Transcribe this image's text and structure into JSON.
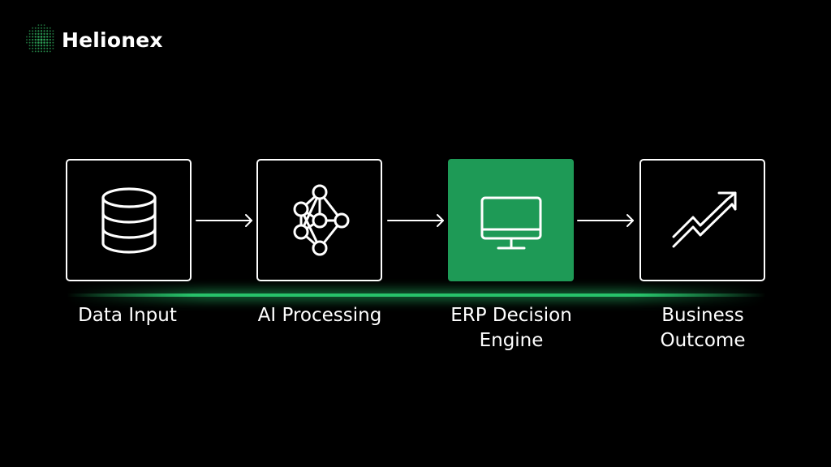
{
  "brand": {
    "name": "Helionex",
    "logo_icon": "dotted-globe-icon",
    "logo_color": "#2ea85a"
  },
  "colors": {
    "background": "#000000",
    "accent": "#1e9a56",
    "glow": "#27c26a",
    "stroke": "#ffffff"
  },
  "steps": [
    {
      "label": "Data Input",
      "icon": "database-icon",
      "active": false
    },
    {
      "label": "AI Processing",
      "icon": "neural-network-icon",
      "active": false
    },
    {
      "label": "ERP Decision\nEngine",
      "icon": "monitor-icon",
      "active": true
    },
    {
      "label": "Business\nOutcome",
      "icon": "trend-up-icon",
      "active": false
    }
  ]
}
